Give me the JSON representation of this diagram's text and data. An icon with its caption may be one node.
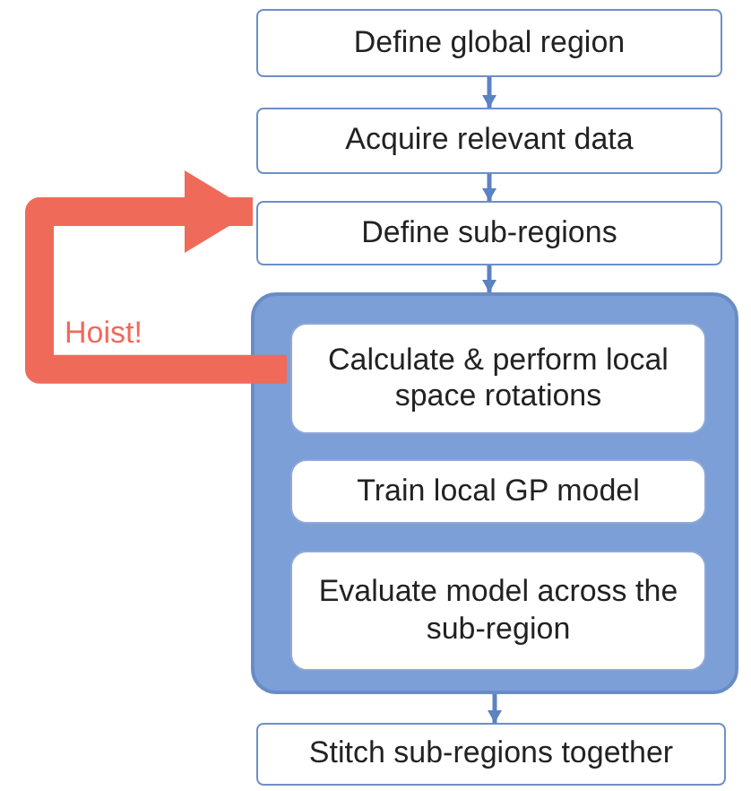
{
  "diagram": {
    "nodes": [
      {
        "text": [
          "Define global region"
        ]
      },
      {
        "text": [
          "Acquire relevant data"
        ]
      },
      {
        "text": [
          "Define sub-regions"
        ]
      },
      {
        "text": [],
        "shape": "box"
      },
      {
        "text": [
          "Calculate & perform local space rotations"
        ],
        "in": 3
      },
      {
        "text": [
          "Train local GP model"
        ],
        "in": 3
      },
      {
        "text": [
          "Evaluate model across the sub-region"
        ],
        "in": 3
      },
      {
        "text": [
          "Stitch sub-regions together"
        ]
      }
    ],
    "edges": [
      {
        "from": 0,
        "to": 1,
        "arrow": "to"
      },
      {
        "from": 1,
        "to": 2,
        "arrow": "to"
      },
      {
        "from": 2,
        "to": 3,
        "arrow": "to"
      },
      {
        "from": 3,
        "to": 7,
        "arrow": "to"
      },
      {
        "from": 4,
        "to": 2,
        "arrow": "to",
        "label": "Hoist!",
        "style": "thick",
        "color": "#f06a5a"
      }
    ]
  }
}
